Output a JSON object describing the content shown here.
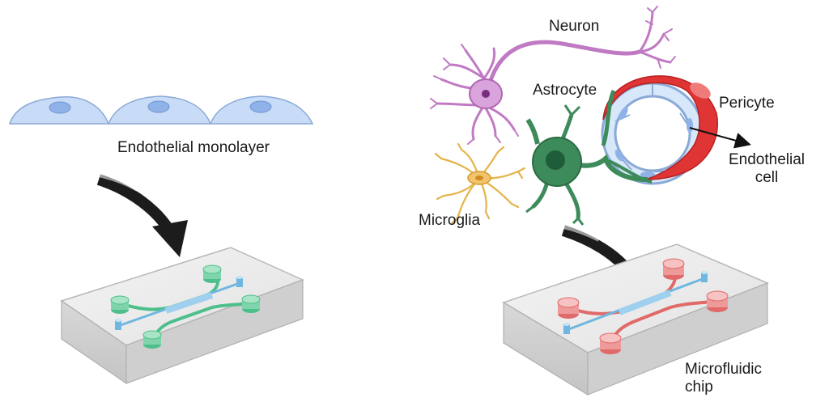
{
  "labels": {
    "endothelial_monolayer": "Endothelial monolayer",
    "neuron": "Neuron",
    "astrocyte": "Astrocyte",
    "pericyte": "Pericyte",
    "endothelial_cell_line1": "Endothelial",
    "endothelial_cell_line2": "cell",
    "microglia": "Microglia",
    "microfluidic_chip_line1": "Microfluidic",
    "microfluidic_chip_line2": "chip"
  },
  "colors": {
    "endothelial_fill": "#c9dcf7",
    "endothelial_stroke": "#8aa9d6",
    "nucleus": "#8fb2e8",
    "neuron": "#c07ac4",
    "astrocyte": "#3d8a5a",
    "astrocyte_nucleus": "#1f5c3a",
    "pericyte": "#e03535",
    "microglia": "#e5b44a",
    "chip_green": "#4dbf8a",
    "chip_red": "#e06a6a",
    "channel_blue": "#6fb7e0",
    "arrow": "#1c1c1c"
  }
}
